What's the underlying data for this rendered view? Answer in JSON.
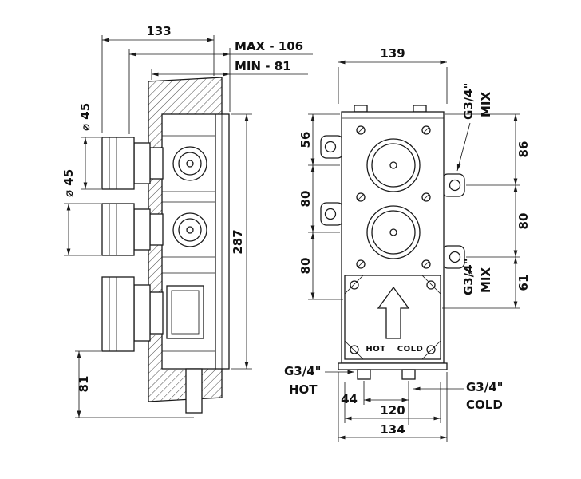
{
  "colors": {
    "line": "#1a1a1a",
    "background": "#ffffff"
  },
  "side_view": {
    "dim_overall_width": "133",
    "dim_max_depth": "MAX - 106",
    "dim_min_depth": "MIN - 81",
    "dim_handle_dia_top": "⌀ 45",
    "dim_handle_dia_mid": "⌀ 45",
    "dim_overall_height": "287",
    "dim_bottom_section": "81"
  },
  "front_view": {
    "dim_body_width": "139",
    "dim_top_to_cartridge": "56",
    "dim_cartridge_spacing_upper": "80",
    "dim_cartridge_spacing_lower": "80",
    "outlet_top": {
      "thread": "G3/4\"",
      "label": "MIX"
    },
    "outlet_mid": {
      "thread": "G3/4\"",
      "label": "MIX"
    },
    "dim_right_top": "86",
    "dim_right_mid": "80",
    "dim_right_bottom": "61",
    "plate_hot": "HOT",
    "plate_cold": "COLD",
    "inlet_hot": {
      "thread": "G3/4\"",
      "label": "HOT"
    },
    "inlet_cold": {
      "thread": "G3/4\"",
      "label": "COLD"
    },
    "dim_inlet_spacing": "44",
    "dim_base_inner": "120",
    "dim_base_outer": "134"
  }
}
